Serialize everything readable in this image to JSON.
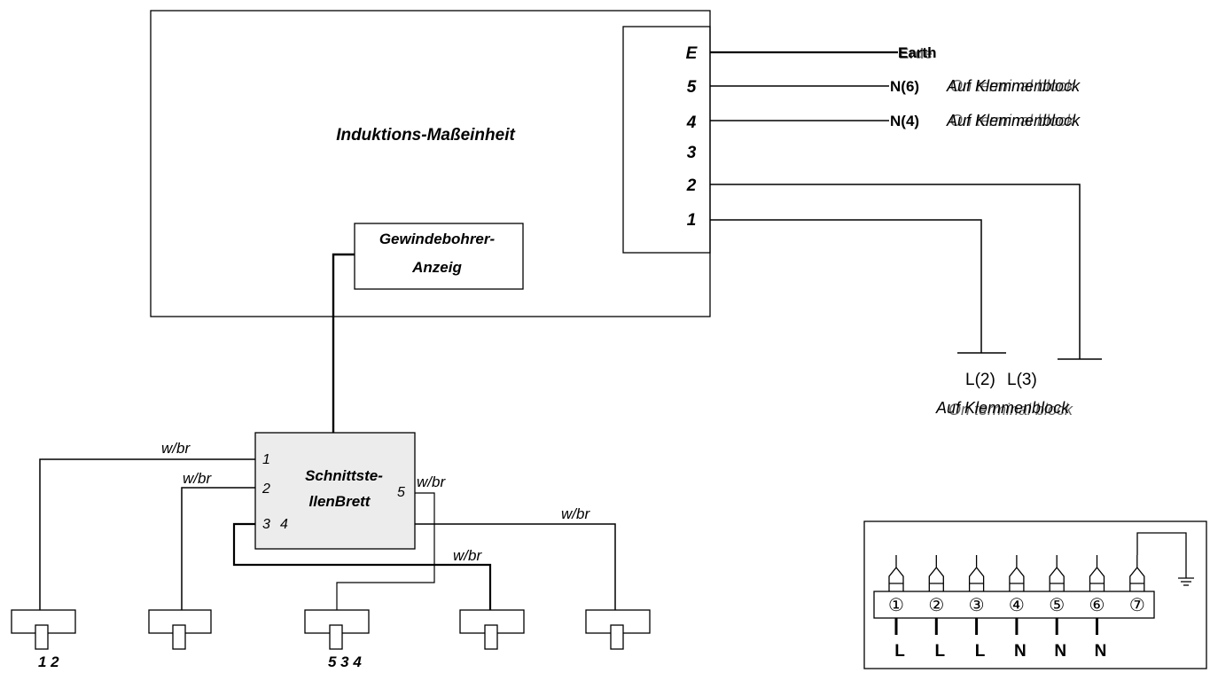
{
  "main_unit": {
    "title": "Induktions-Maßeinheit",
    "terminals": [
      "E",
      "5",
      "4",
      "3",
      "2",
      "1"
    ]
  },
  "tap_display": {
    "line1": "Gewindebohrer-",
    "line2": "Anzeig"
  },
  "connections": {
    "earth_a": "Earth",
    "earth_b": "Erde",
    "n6_prefix": "N(6)",
    "n4_prefix": "N(4)",
    "terminal_block_de": "Auf Klemmenblock",
    "terminal_block_en": "On terminal block",
    "l2": "L(2)",
    "l3": "L(3)"
  },
  "interface_board": {
    "line1": "Schnittste-",
    "line2": "llenBrett",
    "pins": [
      "1",
      "2",
      "3",
      "4",
      "5"
    ]
  },
  "wire_label": "w/br",
  "plug_labels": {
    "plug1": "1 2",
    "plug3": "5 3 4"
  },
  "terminal_strip": {
    "numbers": [
      "①",
      "②",
      "③",
      "④",
      "⑤",
      "⑥",
      "⑦"
    ],
    "labels": [
      "L",
      "L",
      "L",
      "N",
      "N",
      "N"
    ]
  }
}
